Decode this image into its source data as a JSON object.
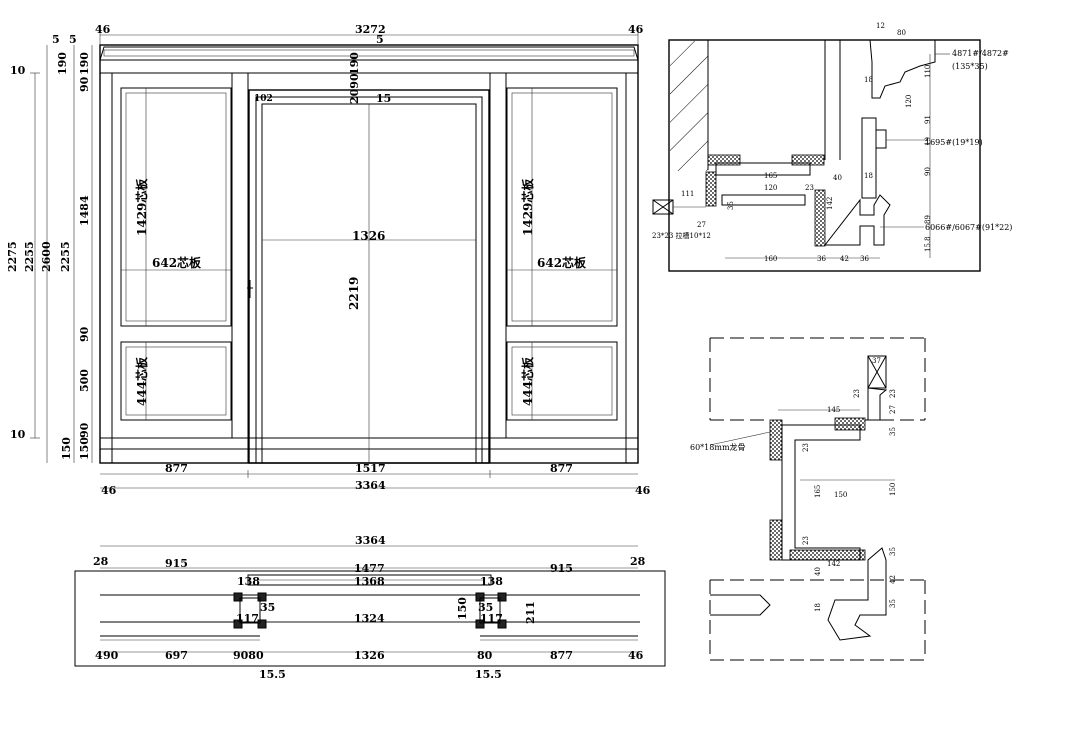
{
  "elevation": {
    "top_total": "3272",
    "top_left_edge": "46",
    "top_right_edge": "46",
    "top_five_a": "5",
    "top_five_b": "5",
    "top_five_c": "5",
    "top_190_a": "190",
    "top_190_b": "190",
    "top_190_c": "190",
    "top_90": "90",
    "mid_2090": "2090",
    "mid_102": "102",
    "mid_15": "15",
    "width_1326": "1326",
    "height_2219": "2219",
    "left_panel_tall": "1429芯板",
    "right_panel_tall": "1429芯板",
    "left_panel_wide": "642芯板",
    "right_panel_wide": "642芯板",
    "left_panel_small": "444芯板",
    "right_panel_small": "444芯板",
    "dim_1484": "1484",
    "dim_90_low": "90",
    "dim_500": "500",
    "dim_90_base": "90",
    "dim_150": "150",
    "dim_150_b": "150",
    "dim_10_top": "10",
    "dim_10_bot": "10",
    "dim_2275": "2275",
    "dim_2255_a": "2255",
    "dim_2600": "2600",
    "dim_2255_b": "2255",
    "bottom_877_l": "877",
    "bottom_1517": "1517",
    "bottom_877_r": "877",
    "bottom_46_l": "46",
    "bottom_3364": "3364",
    "bottom_46_r": "46"
  },
  "plan": {
    "total": "3364",
    "left_28": "28",
    "right_28": "28",
    "left_915": "915",
    "right_915": "915",
    "mid_1477": "1477",
    "mid_1368": "1368",
    "left_138": "138",
    "right_138": "138",
    "left_35": "35",
    "right_35": "35",
    "mid_1324": "1324",
    "mid_150": "150",
    "mid_211": "211",
    "left_117": "117",
    "right_117": "117",
    "b_4": "4",
    "b_90": "90",
    "b_697": "697",
    "b_9080": "9080",
    "b_1326": "1326",
    "b_80": "80",
    "b_877": "877",
    "b_46": "46",
    "b_15_5_l": "15.5",
    "b_15_5_r": "15.5"
  },
  "detail_top": {
    "label_cornice": "4871#/4872#",
    "label_cornice_size": "(135*35)",
    "label_1695": "1695#(19*19)",
    "label_6066": "6066#/6067#(91*22)",
    "label_lines": "23*23 拉槽10*12",
    "d_12": "12",
    "d_80": "80",
    "d_110": "110",
    "d_18a": "18",
    "d_120": "120",
    "d_91": "91",
    "d_19": "19",
    "d_90": "90",
    "d_89": "89",
    "d_15_8": "15.8",
    "d_160": "160",
    "d_36a": "36",
    "d_42": "42",
    "d_36b": "36",
    "d_165": "165",
    "d_120b": "120",
    "d_23": "23",
    "d_142": "142",
    "d_40": "40",
    "d_18b": "18",
    "d_35": "35",
    "d_27": "27",
    "d_111": "111"
  },
  "detail_bottom": {
    "label_keel": "60*18mm龙骨",
    "d_37": "37",
    "d_23a": "23",
    "d_23b": "23",
    "d_27": "27",
    "d_35a": "35",
    "d_145": "145",
    "d_23c": "23",
    "d_165": "165",
    "d_150": "150",
    "d_150b": "150",
    "d_23d": "23",
    "d_142": "142",
    "d_35b": "35",
    "d_40": "40",
    "d_42": "42",
    "d_18": "18",
    "d_35c": "35"
  }
}
